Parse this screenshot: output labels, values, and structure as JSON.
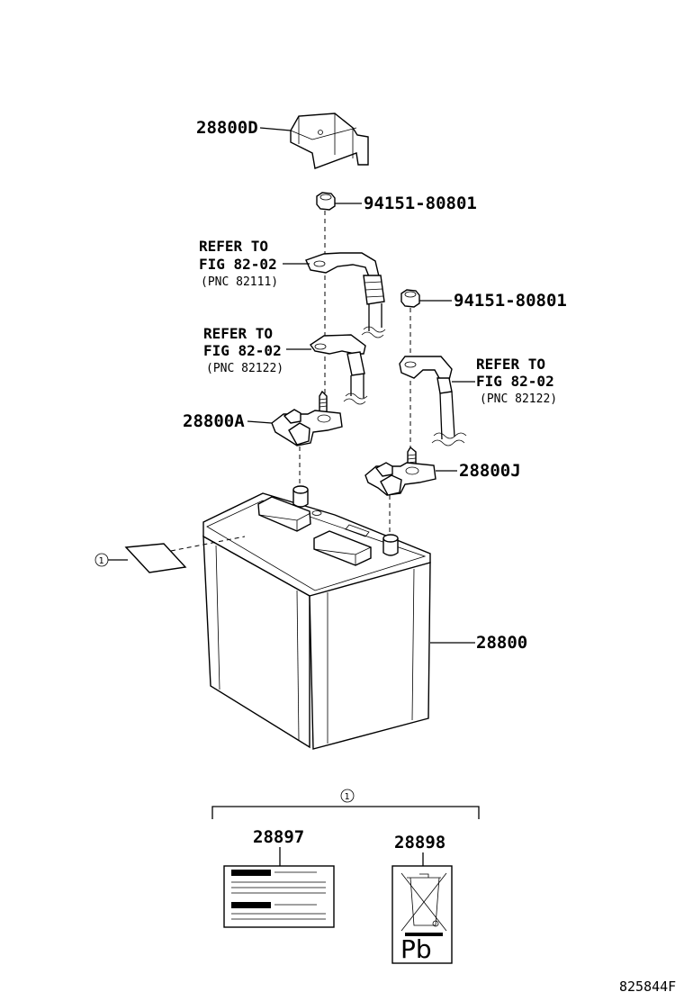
{
  "parts": {
    "cover": "28800D",
    "nut_upper": "94151-80801",
    "nut_right": "94151-80801",
    "terminal_pos": "28800A",
    "terminal_neg": "28800J",
    "battery": "28800",
    "label_caution": "28897",
    "label_recycle": "28898"
  },
  "refs": {
    "ref1": {
      "line1": "REFER TO",
      "line2": "FIG 82-02",
      "line3": "(PNC 82111)"
    },
    "ref2": {
      "line1": "REFER TO",
      "line2": "FIG 82-02",
      "line3": "(PNC 82122)"
    },
    "ref3": {
      "line1": "REFER TO",
      "line2": "FIG 82-02",
      "line3": "(PNC 82122)"
    }
  },
  "callout": "①",
  "recycle_symbol_text": "Pb",
  "figure_id": "825844F"
}
